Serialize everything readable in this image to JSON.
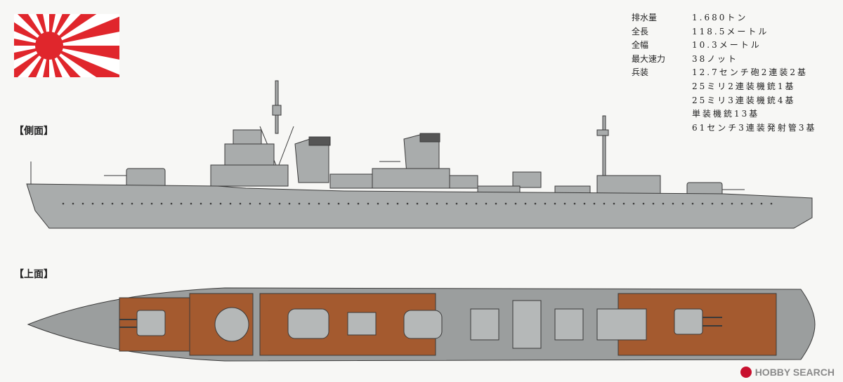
{
  "colors": {
    "flag_red": "#e0262c",
    "hull_gray": "#a9acac",
    "deck_wood": "#a45a2f",
    "deck_steel": "#9b9e9e",
    "line_dark": "#3a3a3a"
  },
  "specs": [
    {
      "label": "排水量",
      "value": "1.680トン"
    },
    {
      "label": "全長",
      "value": "118.5メートル"
    },
    {
      "label": "全幅",
      "value": "10.3メートル"
    },
    {
      "label": "最大速力",
      "value": "38ノット"
    },
    {
      "label": "兵装",
      "value": "12.7センチ砲2連装2基"
    },
    {
      "label": "",
      "value": "25ミリ2連装機銃1基"
    },
    {
      "label": "",
      "value": "25ミリ3連装機銃4基"
    },
    {
      "label": "",
      "value": "単装機銃13基"
    },
    {
      "label": "",
      "value": "61センチ3連装発射管3基"
    }
  ],
  "labels": {
    "side_view": "【側面】",
    "top_view": "【上面】"
  },
  "watermark": {
    "text": "HOBBY SEARCH",
    "icon": "hobby-search-logo-icon"
  },
  "icons": {
    "flag": "rising-sun-flag-icon"
  }
}
